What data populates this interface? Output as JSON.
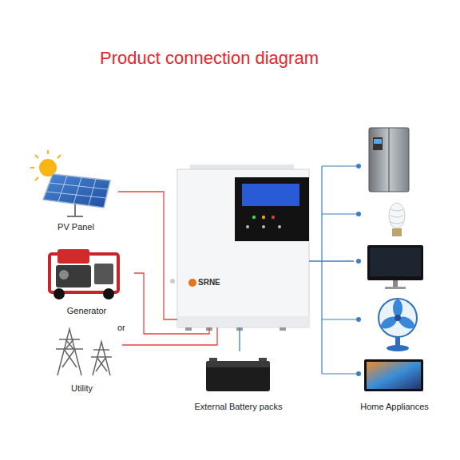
{
  "diagram": {
    "title": "Product connection diagram",
    "nodes": [
      {
        "text": [
          "PV Panel"
        ]
      },
      {
        "text": [
          "Generator"
        ]
      },
      {
        "text": [
          "Utility"
        ]
      },
      {
        "text": [
          "SRNE"
        ]
      },
      {
        "text": [
          "External Battery packs"
        ]
      },
      {
        "text": [
          "Home Appliances"
        ]
      }
    ],
    "edges": [
      {
        "from": 0,
        "to": 3,
        "arrow": "none"
      },
      {
        "from": 1,
        "to": 3,
        "arrow": "none"
      },
      {
        "from": 2,
        "to": 3,
        "arrow": "none"
      },
      {
        "from": 3,
        "to": 4,
        "arrow": "none"
      },
      {
        "from": 3,
        "to": 5,
        "arrow": "none"
      }
    ],
    "labels": [
      "or"
    ]
  }
}
